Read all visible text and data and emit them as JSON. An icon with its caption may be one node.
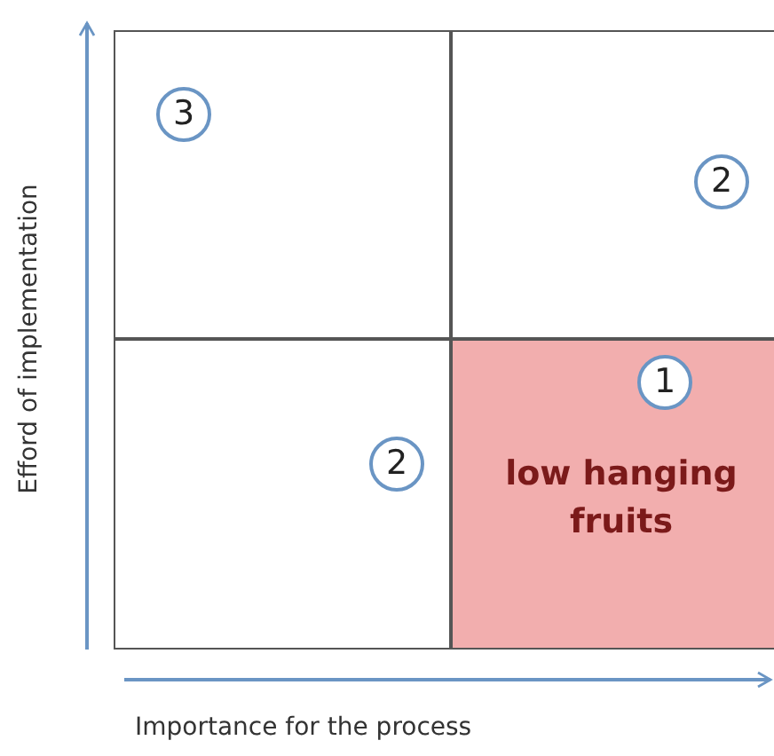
{
  "diagram": {
    "nodes": [
      {
        "text": [],
        "shape": "box"
      },
      {
        "text": [
          "3"
        ],
        "in": 0
      },
      {
        "text": [],
        "shape": "box"
      },
      {
        "text": [
          "2"
        ],
        "in": 2
      },
      {
        "text": [],
        "shape": "box"
      },
      {
        "text": [
          "2"
        ],
        "in": 4
      },
      {
        "text": [
          "low hanging fruits"
        ]
      },
      {
        "text": [
          "1"
        ],
        "in": 6
      }
    ],
    "labels": [
      "Efford of implementation",
      "Importance for the process"
    ]
  }
}
